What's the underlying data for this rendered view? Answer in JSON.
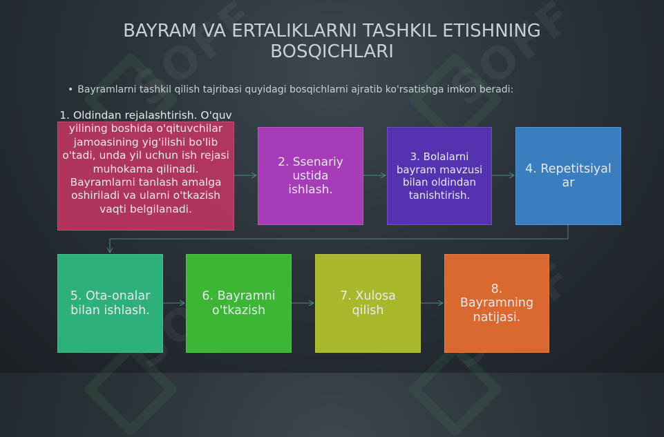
{
  "slide": {
    "title": "BAYRAM VA ERTALIKLARNI TASHKIL ETISHNING BOSQICHLARI",
    "bullet": "Bayramlarni tashkil qilish tajribasi quyidagi bosqichlarni ajratib ko'rsatishga imkon beradi:"
  },
  "steps": [
    {
      "text": "1. Oldindan rejalashtirish. O'quv yilining boshida o'qituvchilar jamoasining yig'ilishi bo'lib o'tadi, unda yil uchun ish rejasi muhokama qilinadi. Bayramlarni tanlash amalga oshiriladi va ularni o'tkazish vaqti belgilanadi.",
      "color": "#b83660"
    },
    {
      "text": "2. Ssenariy ustida ishlash.",
      "color": "#a63cb8"
    },
    {
      "text": "3. Bolalarni bayram mavzusi bilan oldindan tanishtirish.",
      "color": "#5533b0"
    },
    {
      "text": "4. Repetitsiyalar",
      "color": "#3a7ec0"
    },
    {
      "text": "5. Ota-onalar bilan ishlash.",
      "color": "#2db07a"
    },
    {
      "text": "6. Bayramni o'tkazish",
      "color": "#3cb634"
    },
    {
      "text": "7. Xulosa qilish",
      "color": "#a9b82a"
    },
    {
      "text": "8. Bayramning natijasi.",
      "color": "#d9692e"
    }
  ],
  "watermark": "SOFF",
  "colors": {
    "connector": "#4a8a8f"
  }
}
